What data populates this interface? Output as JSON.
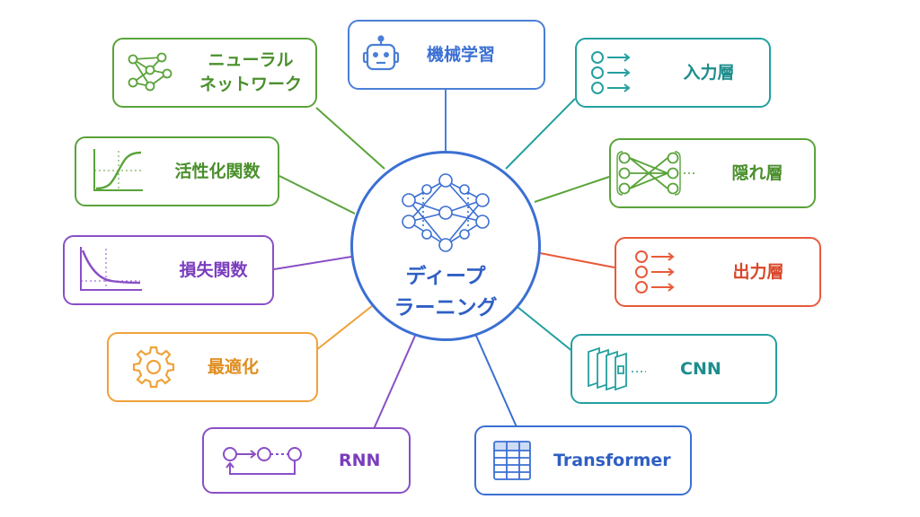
{
  "center": {
    "label": "ディープ\nラーニング",
    "color": "#3b6fd3"
  },
  "nodes": [
    {
      "id": "ml",
      "label": "機械学習",
      "color": "#4a7fd6",
      "icon": "robot-icon"
    },
    {
      "id": "nn",
      "label": "ニューラル\nネットワーク",
      "color": "#5aa33a",
      "icon": "neural-network-icon"
    },
    {
      "id": "input",
      "label": "入力層",
      "color": "#24a0a0",
      "icon": "input-layer-icon"
    },
    {
      "id": "act",
      "label": "活性化関数",
      "color": "#5aa33a",
      "icon": "sigmoid-curve-icon"
    },
    {
      "id": "hidden",
      "label": "隠れ層",
      "color": "#5aa33a",
      "icon": "hidden-layer-icon"
    },
    {
      "id": "loss",
      "label": "損失関数",
      "color": "#8a4fc7",
      "icon": "loss-curve-icon"
    },
    {
      "id": "output",
      "label": "出力層",
      "color": "#e85a3a",
      "icon": "output-layer-icon"
    },
    {
      "id": "opt",
      "label": "最適化",
      "color": "#f0a23a",
      "icon": "gear-icon"
    },
    {
      "id": "cnn",
      "label": "CNN",
      "color": "#24a0a0",
      "icon": "cnn-feature-maps-icon"
    },
    {
      "id": "rnn",
      "label": "RNN",
      "color": "#8a4fc7",
      "icon": "rnn-loop-icon"
    },
    {
      "id": "transformer",
      "label": "Transformer",
      "color": "#3b6fd3",
      "icon": "transformer-blocks-icon"
    }
  ]
}
